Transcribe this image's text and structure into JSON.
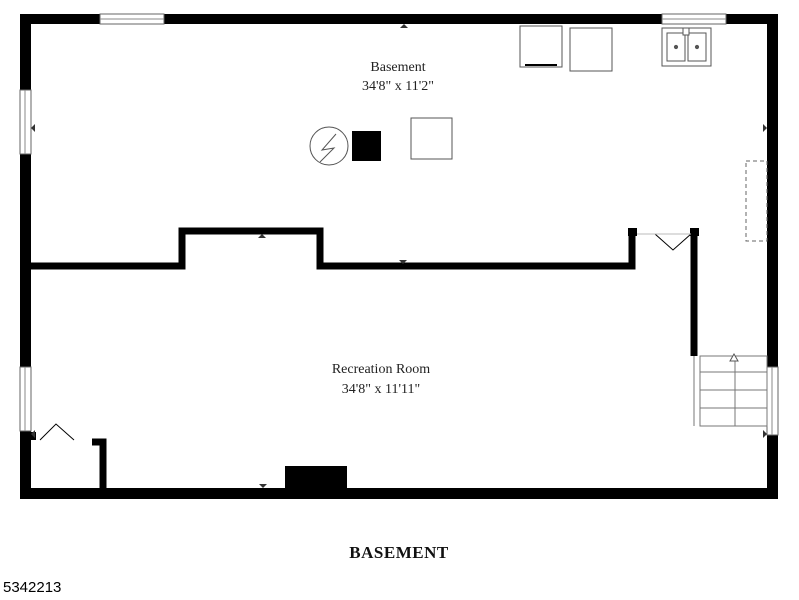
{
  "rooms": [
    {
      "name": "Basement",
      "dimensions": "34'8\" x 11'2\""
    },
    {
      "name": "Recreation Room",
      "dimensions": "34'8\" x 11'11\""
    }
  ],
  "floor_title": "BASEMENT",
  "listing_id": "5342213",
  "colors": {
    "wall": "#000000",
    "fixture_stroke": "#555555",
    "background": "#ffffff"
  },
  "icons": [
    "water-heater-icon",
    "laundry-sink-icon",
    "stairs-arrow-icon",
    "door-swing-icon"
  ]
}
